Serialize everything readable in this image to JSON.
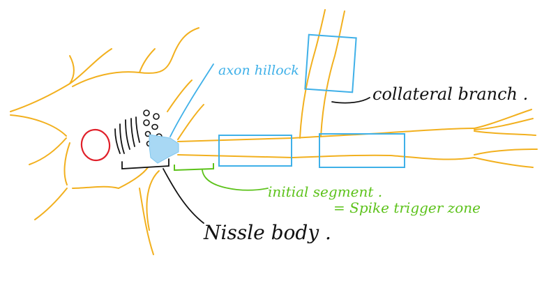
{
  "colors": {
    "neuron_outline": "#f2b01e",
    "nucleus": "#e0202a",
    "highlight_boxes": "#3fb0e8",
    "hillock_fill": "#a8d8f4",
    "ink": "#111111",
    "initial_segment": "#5cc21a"
  },
  "labels": {
    "axon_hillock": "axon hillock",
    "collateral_branch": "collateral branch .",
    "initial_segment": "initial segment .",
    "spike_trigger_zone": "= Spike trigger zone",
    "nissle_body": "Nissle body ."
  }
}
